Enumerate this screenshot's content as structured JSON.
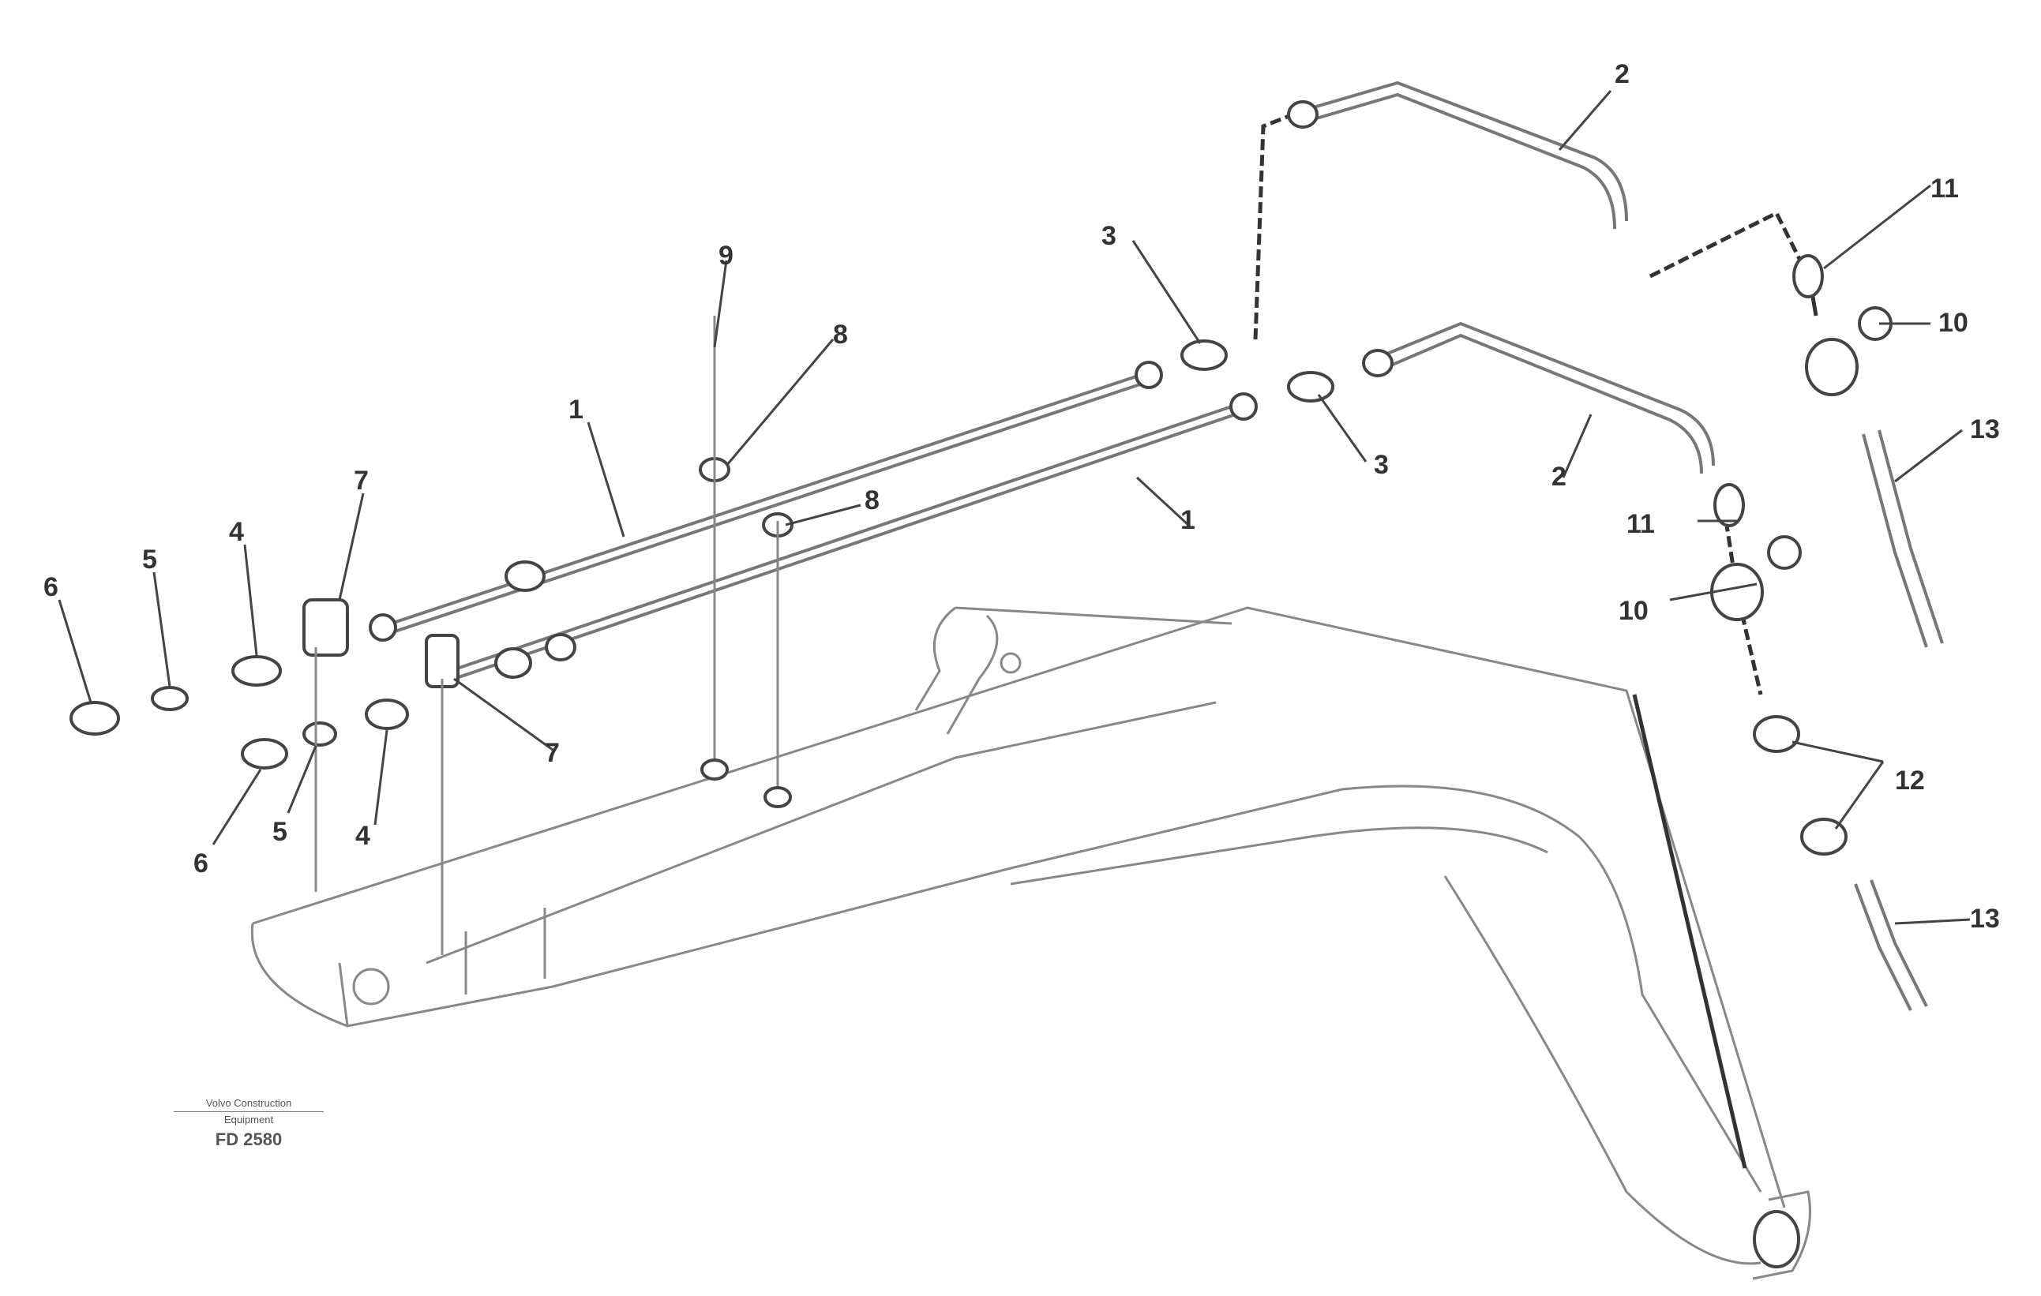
{
  "figure": {
    "callouts": [
      {
        "id": "c1a",
        "text": "1"
      },
      {
        "id": "c1b",
        "text": "1"
      },
      {
        "id": "c2a",
        "text": "2"
      },
      {
        "id": "c2b",
        "text": "2"
      },
      {
        "id": "c3a",
        "text": "3"
      },
      {
        "id": "c3b",
        "text": "3"
      },
      {
        "id": "c4a",
        "text": "4"
      },
      {
        "id": "c4b",
        "text": "4"
      },
      {
        "id": "c5a",
        "text": "5"
      },
      {
        "id": "c5b",
        "text": "5"
      },
      {
        "id": "c6a",
        "text": "6"
      },
      {
        "id": "c6b",
        "text": "6"
      },
      {
        "id": "c7a",
        "text": "7"
      },
      {
        "id": "c7b",
        "text": "7"
      },
      {
        "id": "c8a",
        "text": "8"
      },
      {
        "id": "c8b",
        "text": "8"
      },
      {
        "id": "c9",
        "text": "9"
      },
      {
        "id": "c10a",
        "text": "10"
      },
      {
        "id": "c10b",
        "text": "10"
      },
      {
        "id": "c11a",
        "text": "11"
      },
      {
        "id": "c11b",
        "text": "11"
      },
      {
        "id": "c12",
        "text": "12"
      },
      {
        "id": "c13a",
        "text": "13"
      },
      {
        "id": "c13b",
        "text": "13"
      }
    ]
  },
  "stamp": {
    "line1": "Volvo Construction",
    "line2": "Equipment",
    "code": "FD 2580"
  }
}
